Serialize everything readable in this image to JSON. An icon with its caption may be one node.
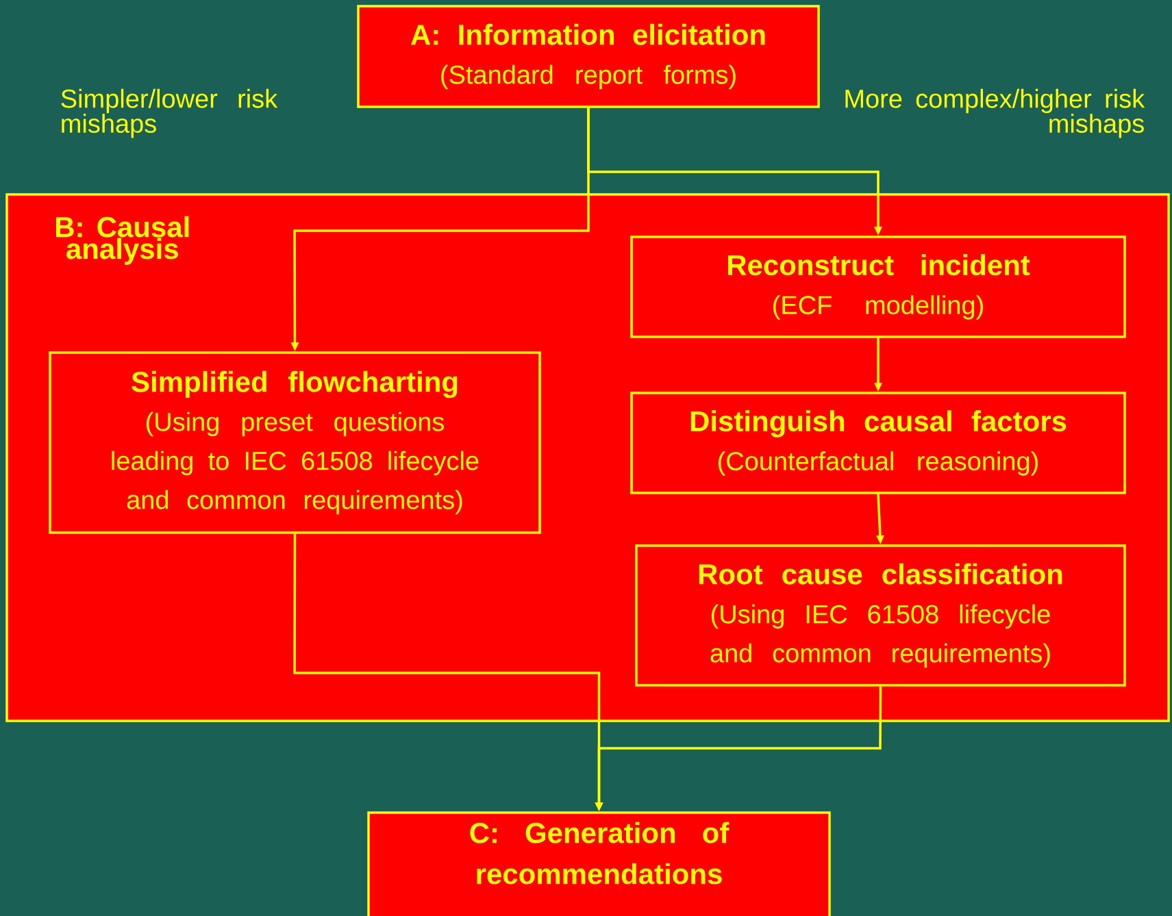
{
  "diagram": {
    "nodes": [
      {
        "text": [
          "A: Information elicitation",
          "(Standard report forms)"
        ]
      },
      {
        "text": [
          "B: Causal analysis"
        ]
      },
      {
        "text": [
          "Simplified flowcharting",
          "(Using preset questions leading to IEC 61508 lifecycle and common requirements)"
        ],
        "in": 1
      },
      {
        "text": [
          "Reconstruct incident",
          "(ECF modelling)"
        ],
        "in": 1
      },
      {
        "text": [
          "Distinguish causal factors",
          "(Counterfactual reasoning)"
        ],
        "in": 1
      },
      {
        "text": [
          "Root cause classification",
          "(Using IEC 61508 lifecycle and common requirements)"
        ],
        "in": 1
      },
      {
        "text": [
          "C: Generation of recommendations"
        ]
      }
    ],
    "edges": [
      {
        "from": 0,
        "to": 2,
        "arrow": "to"
      },
      {
        "from": 0,
        "to": 3,
        "arrow": "to"
      },
      {
        "from": 3,
        "to": 4,
        "arrow": "to"
      },
      {
        "from": 4,
        "to": 5,
        "arrow": "to"
      },
      {
        "from": 2,
        "to": 6,
        "arrow": "to"
      },
      {
        "from": 5,
        "to": 6,
        "arrow": "to"
      }
    ],
    "labels": [
      "Simpler/lower risk mishaps",
      "More complex/higher risk mishaps"
    ]
  }
}
